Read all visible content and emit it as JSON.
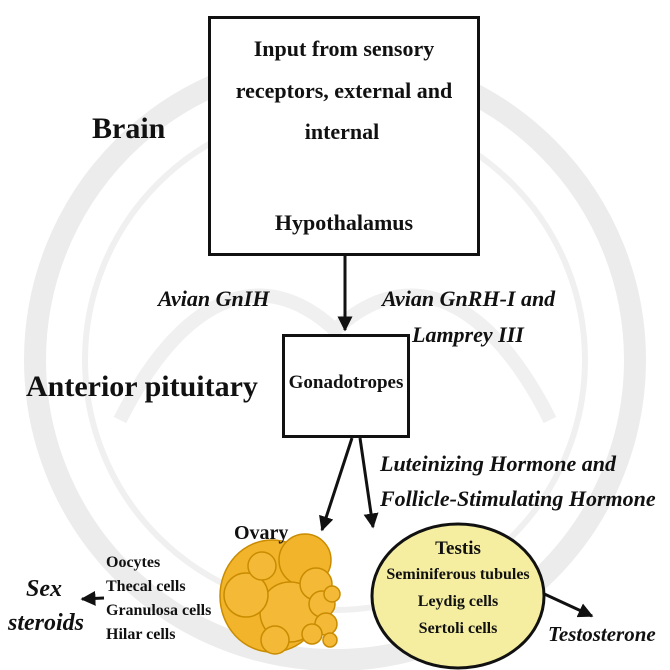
{
  "brain_box": {
    "input_lines": [
      "Input from sensory",
      "receptors, external and",
      "internal"
    ],
    "hypothalamus": "Hypothalamus"
  },
  "labels": {
    "brain": "Brain",
    "anterior_pituitary": "Anterior pituitary",
    "gnih": "Avian GnIH",
    "gnrh_line1": "Avian GnRH-I and",
    "gnrh_line2": "Lamprey III",
    "gonadotropes": "Gonadotropes",
    "lh_line1": "Luteinizing Hormone and",
    "lh_line2": "Follicle-Stimulating Hormone",
    "ovary": "Ovary",
    "sex_line1": "Sex",
    "sex_line2": "steroids",
    "testosterone": "Testosterone"
  },
  "ovary_cells": [
    "Oocytes",
    "Thecal cells",
    "Granulosa cells",
    "Hilar cells"
  ],
  "testis": {
    "title": "Testis",
    "cells": [
      "Seminiferous tubules",
      "Leydig cells",
      "Sertoli cells"
    ]
  },
  "colors": {
    "ovary_fill": "#f2b42a",
    "ovary_dark": "#d99a10",
    "testis_fill": "#f5eea0",
    "line": "#111111",
    "watermark": "#e4e4e4"
  }
}
